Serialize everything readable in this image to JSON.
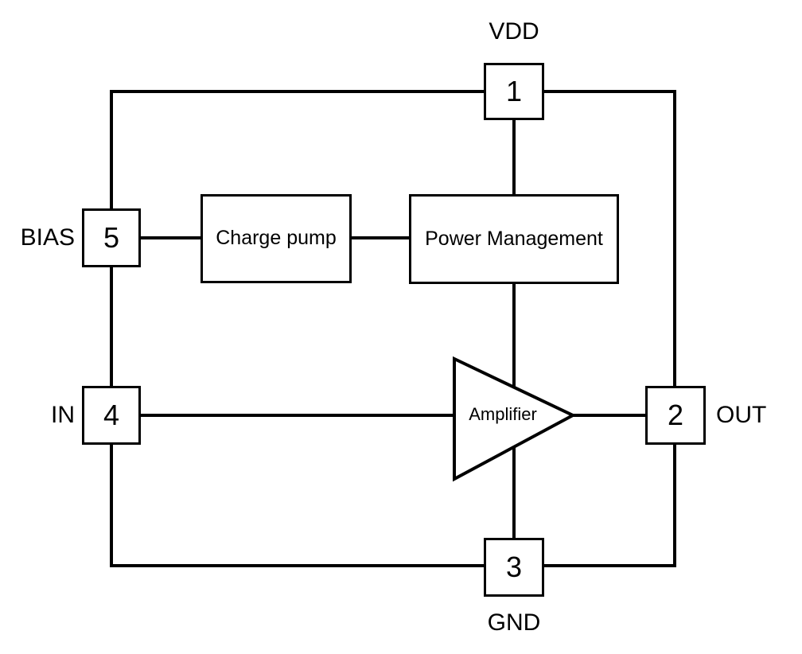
{
  "diagram": {
    "type": "ic-block-diagram",
    "pins": {
      "vdd": {
        "number": "1",
        "label": "VDD",
        "position": "top"
      },
      "out": {
        "number": "2",
        "label": "OUT",
        "position": "right"
      },
      "gnd": {
        "number": "3",
        "label": "GND",
        "position": "bottom"
      },
      "in": {
        "number": "4",
        "label": "IN",
        "position": "left"
      },
      "bias": {
        "number": "5",
        "label": "BIAS",
        "position": "left-upper"
      }
    },
    "blocks": {
      "charge_pump": {
        "label": "Charge pump"
      },
      "power_management": {
        "label": "Power Management"
      },
      "amplifier": {
        "label": "Amplifier",
        "shape": "triangle"
      }
    },
    "connections": [
      "BIAS(5) - Charge pump",
      "Charge pump - Power Management",
      "Power Management - VDD(1)",
      "Power Management - Amplifier",
      "IN(4) - Amplifier",
      "Amplifier - OUT(2)",
      "Amplifier - GND(3)"
    ],
    "colors": {
      "stroke": "#000000",
      "background": "#ffffff"
    }
  }
}
